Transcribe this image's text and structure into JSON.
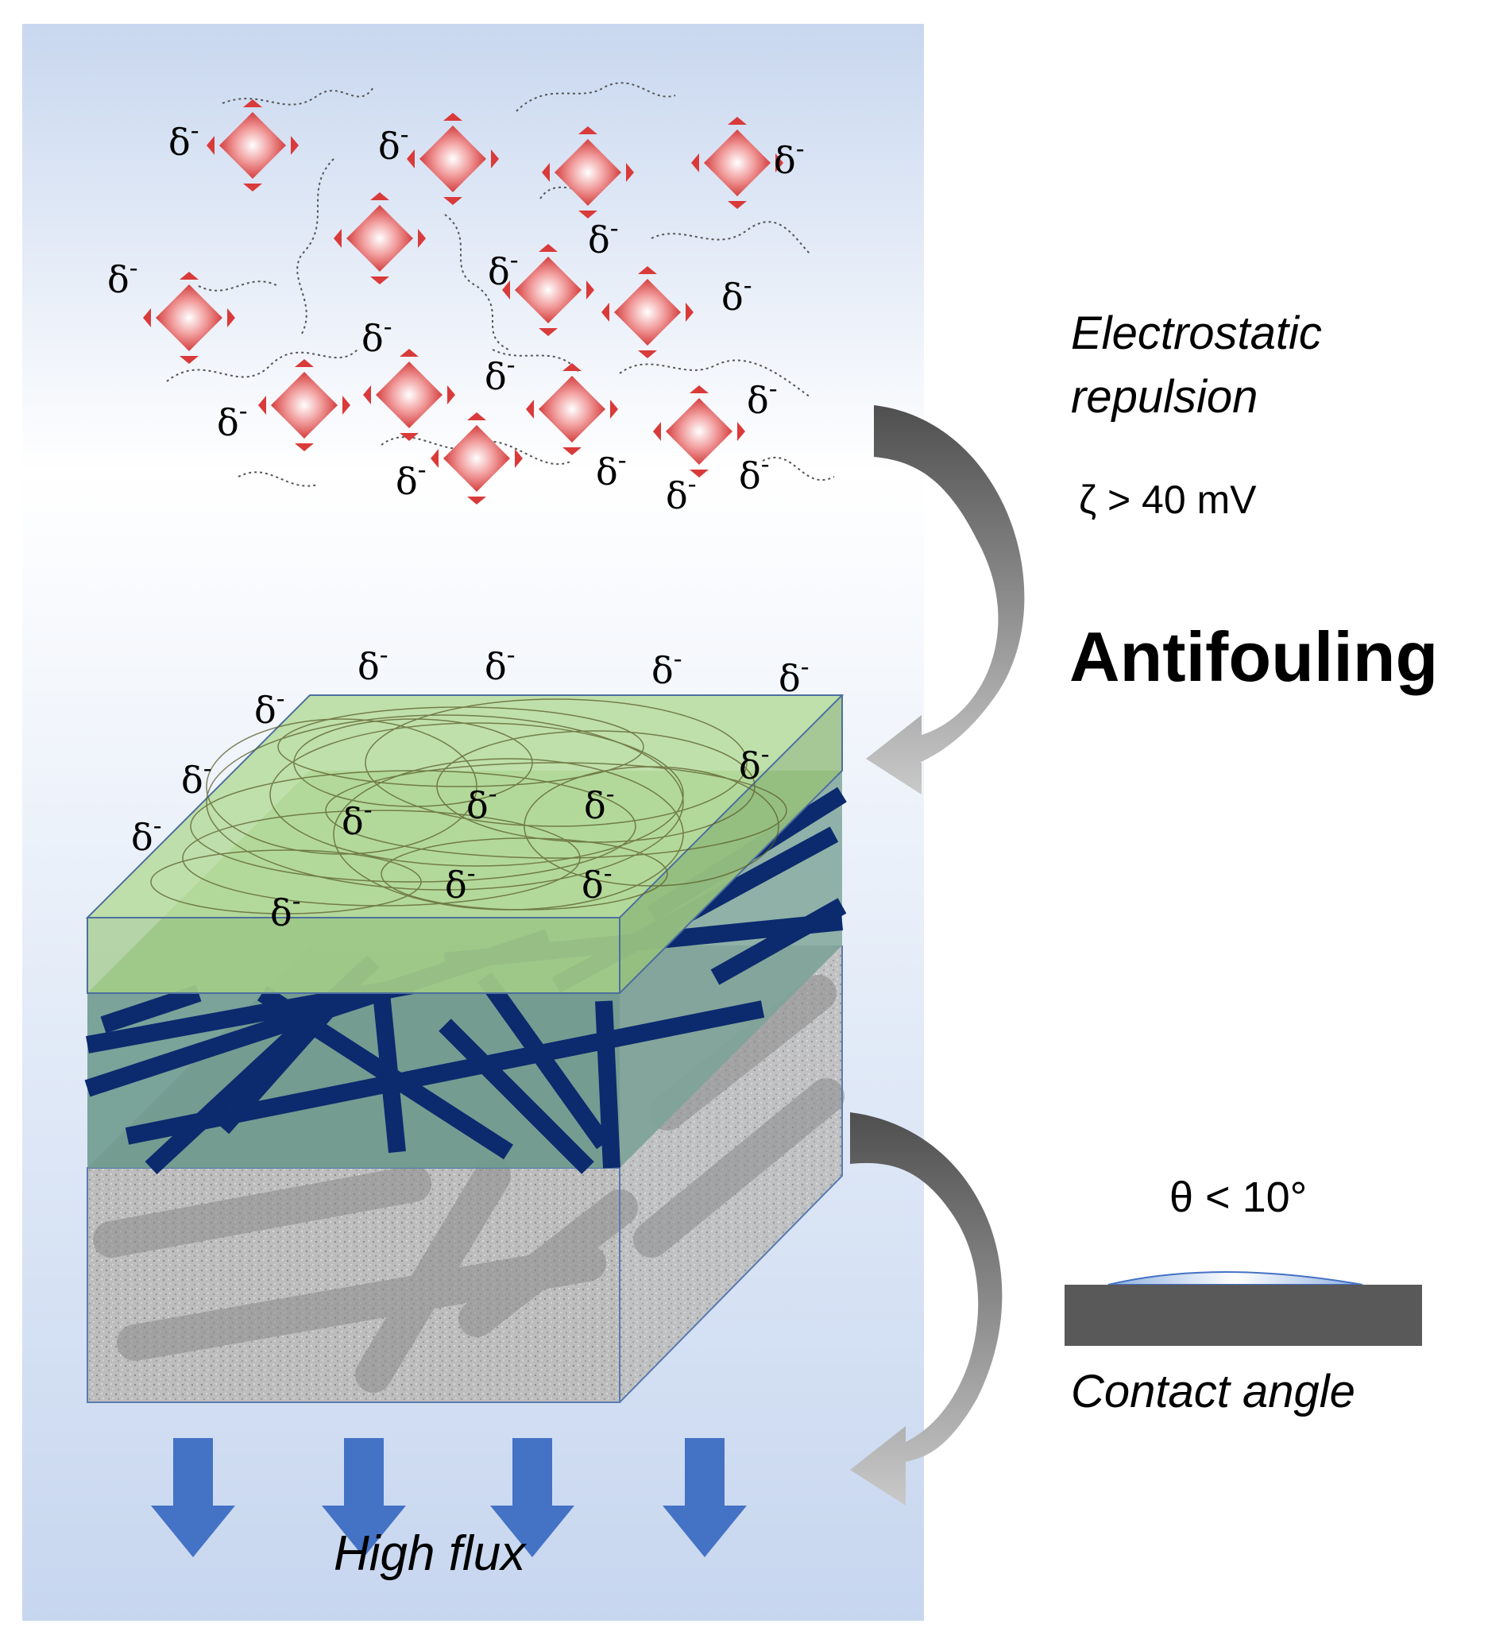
{
  "labels": {
    "electrostatic_line1": "Electrostatic",
    "electrostatic_line2": "repulsion",
    "zeta": "ζ > 40 mV",
    "antifouling": "Antifouling",
    "theta": "θ < 10°",
    "contact_angle": "Contact angle",
    "high_flux": "High flux"
  },
  "charge_symbol": "δ",
  "charge_superscript": "-",
  "colors": {
    "panel_top": "#ffffff",
    "panel_bottom": "#c7d6ef",
    "particle": "#d93a3a",
    "nanofiber_layer": "#a6d48a",
    "middle_layer": "#6e9a8e",
    "fiber": "#0b2a6f",
    "substrate": "#b5b5b5",
    "flux_arrow": "#4472c4",
    "curved_arrow": "#555555",
    "surface_bar": "#595959"
  },
  "icons": [
    "negative-charge-symbol",
    "red-diamond-particle",
    "down-arrow-icon",
    "curved-arrow-icon",
    "water-droplet-icon"
  ]
}
